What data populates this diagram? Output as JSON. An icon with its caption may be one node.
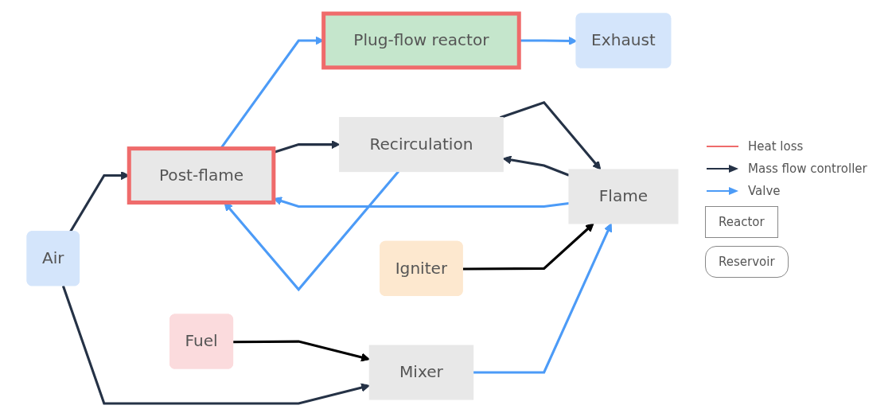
{
  "diagram": {
    "nodes": [
      {
        "text": [
          "Air"
        ]
      },
      {
        "text": [
          "Post-flame"
        ]
      },
      {
        "text": [
          "Plug-flow reactor"
        ]
      },
      {
        "text": [
          "Exhaust"
        ]
      },
      {
        "text": [
          "Fuel"
        ]
      },
      {
        "text": [
          "Mixer"
        ]
      },
      {
        "text": [
          "Flame"
        ]
      },
      {
        "text": [
          "Recirculation"
        ]
      },
      {
        "text": [
          "Igniter"
        ]
      }
    ],
    "edges": [
      {
        "from": 0,
        "to": 1,
        "arrow": "to",
        "color": "#253246"
      },
      {
        "from": 0,
        "to": 5,
        "arrow": "to",
        "color": "#253246"
      },
      {
        "from": 1,
        "to": 2,
        "arrow": "to",
        "color": "#4c9bf7"
      },
      {
        "from": 2,
        "to": 3,
        "arrow": "to",
        "color": "#4c9bf7"
      },
      {
        "from": 4,
        "to": 5,
        "arrow": "to",
        "color": "#000000"
      },
      {
        "from": 5,
        "to": 6,
        "arrow": "to",
        "color": "#4c9bf7"
      },
      {
        "from": 6,
        "to": 1,
        "arrow": "to",
        "color": "#4c9bf7"
      },
      {
        "from": 6,
        "to": 7,
        "arrow": "to",
        "color": "#253246"
      },
      {
        "from": 7,
        "to": 6,
        "arrow": "to",
        "color": "#253246"
      },
      {
        "from": 7,
        "to": 1,
        "arrow": "to",
        "color": "#4c9bf7"
      },
      {
        "from": 1,
        "to": 7,
        "arrow": "to",
        "color": "#253246"
      },
      {
        "from": 8,
        "to": 6,
        "arrow": "to",
        "color": "#000000"
      }
    ],
    "legend": [
      {
        "text": "Heat loss"
      },
      {
        "text": "Mass flow controller"
      },
      {
        "text": "Valve"
      },
      {
        "text": "Reactor"
      },
      {
        "text": "Reservoir"
      }
    ]
  }
}
